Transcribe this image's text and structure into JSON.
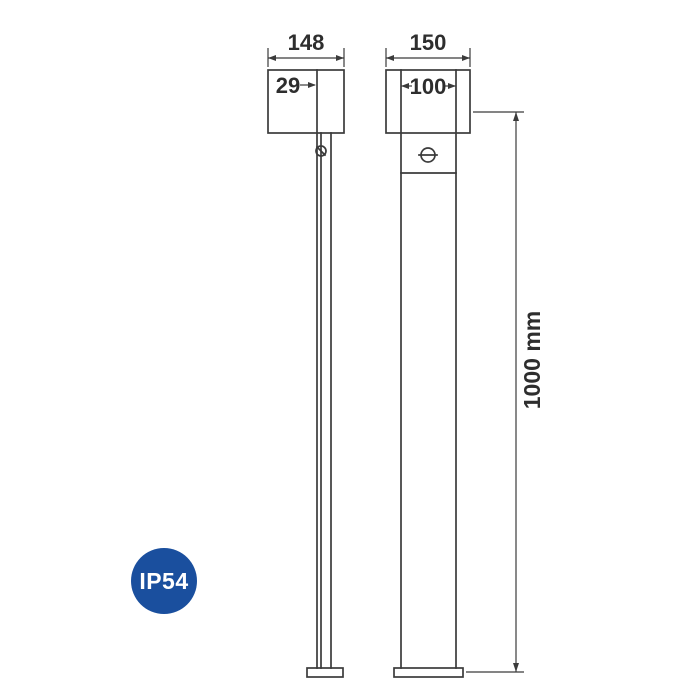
{
  "drawing": {
    "title": "bollard-light-dimension-drawing",
    "dims": {
      "head_width_side": "148",
      "head_offset": "29",
      "head_width_front": "150",
      "pole_width": "100",
      "total_height": "1000 mm"
    },
    "badge": {
      "label": "IP54"
    },
    "colors": {
      "line": "#3b3b3b",
      "badge_blue": "#1a4f9e",
      "badge_text": "#ffffff"
    }
  }
}
